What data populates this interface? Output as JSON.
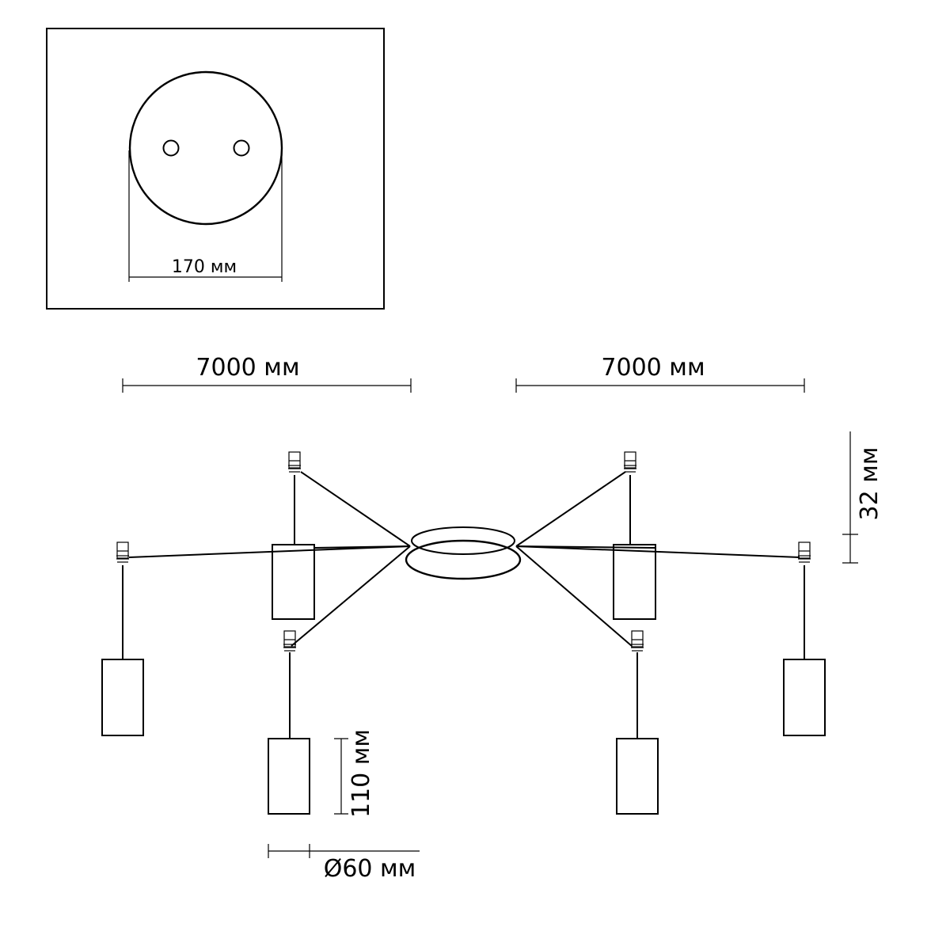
{
  "dimensions": {
    "canopy_diameter": "170 мм",
    "left_span": "7000 мм",
    "right_span": "7000 мм",
    "canopy_height": "32 мм",
    "shade_height": "110 мм",
    "shade_diameter": "Ø60 мм"
  },
  "colors": {
    "line": "#000000",
    "background": "#ffffff"
  }
}
